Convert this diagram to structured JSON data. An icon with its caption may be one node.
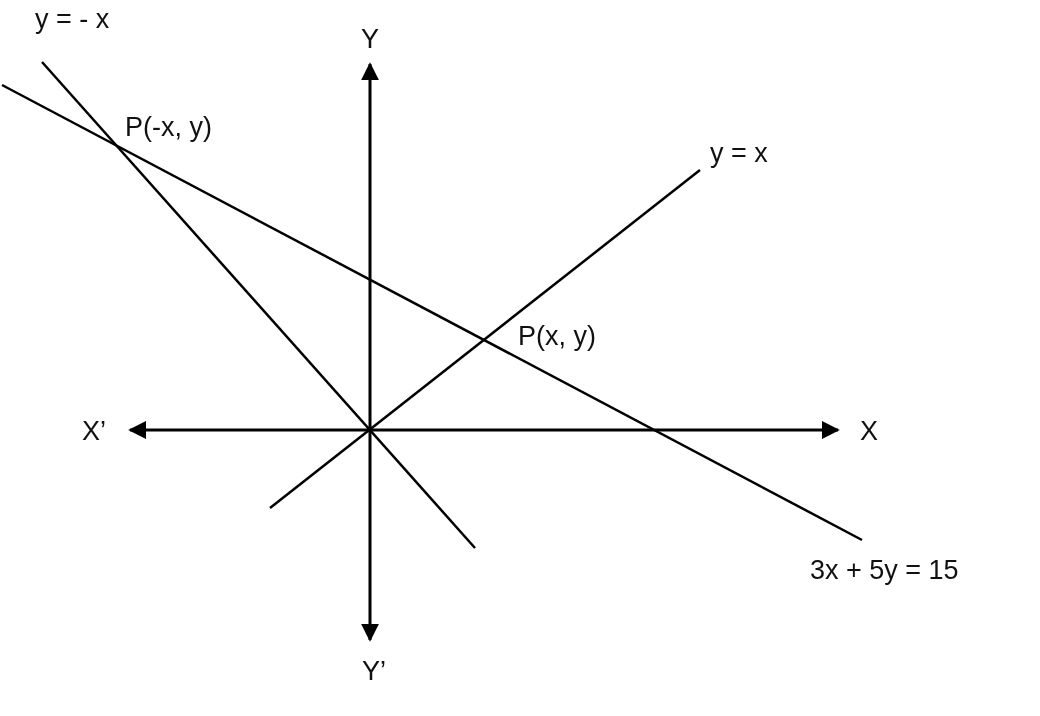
{
  "diagram": {
    "labels": [
      "y = - x",
      "Y",
      "P(-x, y)",
      "y = x",
      "P(x, y)",
      "X’",
      "X",
      "3x + 5y = 15",
      "Y’"
    ]
  }
}
